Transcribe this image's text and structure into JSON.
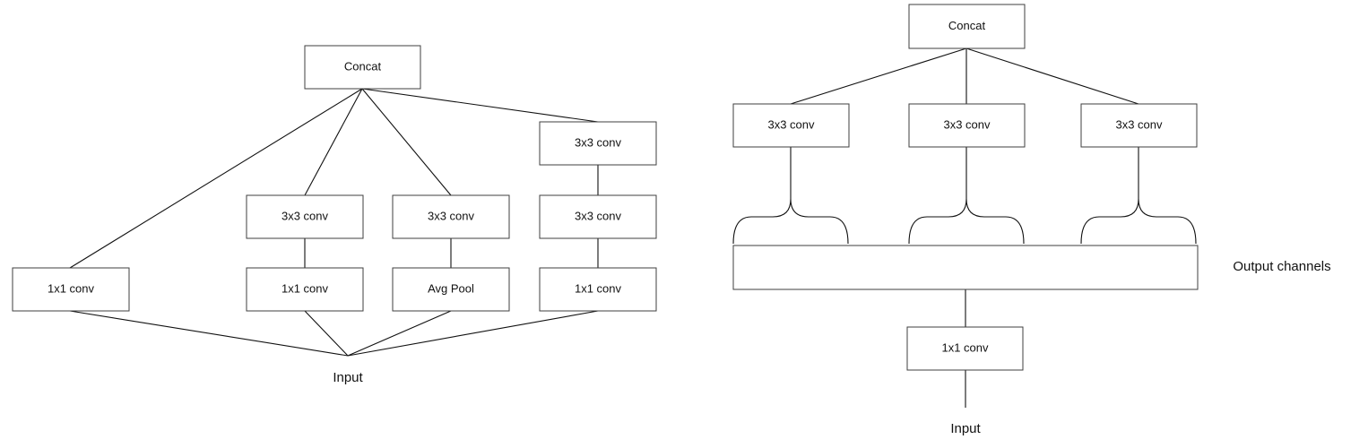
{
  "left": {
    "concat": "Concat",
    "branch1": {
      "conv1x1": "1x1 conv"
    },
    "branch2": {
      "conv1x1": "1x1 conv",
      "conv3x3": "3x3 conv"
    },
    "branch3": {
      "pool": "Avg Pool",
      "conv3x3": "3x3 conv"
    },
    "branch4": {
      "conv1x1": "1x1 conv",
      "conv3x3_a": "3x3 conv",
      "conv3x3_b": "3x3 conv"
    },
    "input": "Input"
  },
  "right": {
    "concat": "Concat",
    "conv3x3": [
      "3x3 conv",
      "3x3 conv",
      "3x3 conv"
    ],
    "output_channels": "Output channels",
    "conv1x1": "1x1 conv",
    "input": "Input"
  }
}
